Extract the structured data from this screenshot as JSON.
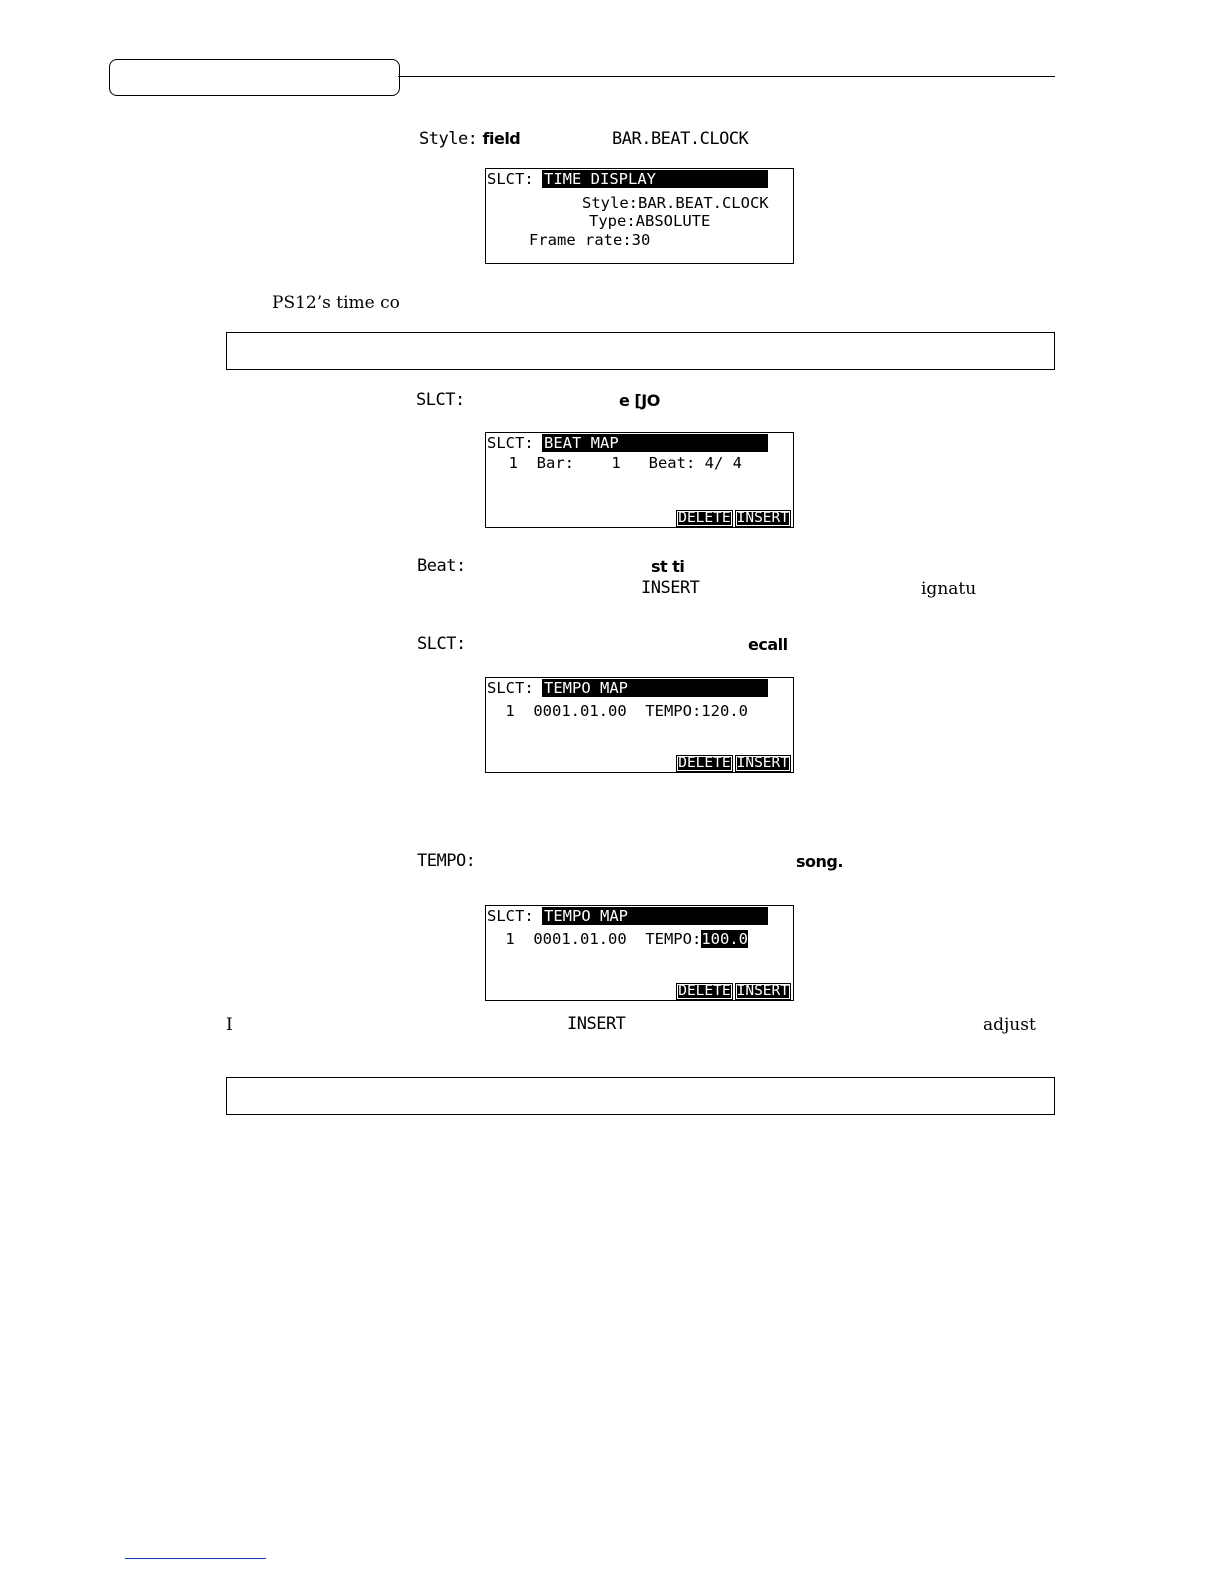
{
  "header": {
    "tab_label": ""
  },
  "section_time_display": {
    "intro_label": "Style:",
    "intro_bold": "field",
    "intro_value": "BAR.BEAT.CLOCK",
    "lcd": {
      "slct": "SLCT:",
      "title": "TIME DISPLAY",
      "style_line": "Style:BAR.BEAT.CLOCK",
      "type_line": "Type:ABSOLUTE",
      "frame_line": "Frame rate:30"
    },
    "caption": "PS12’s time co"
  },
  "section_beat_map": {
    "intro_label": "SLCT:",
    "intro_bold": "e [JO",
    "lcd": {
      "slct": "SLCT:",
      "title": "BEAT MAP",
      "row": "  1  Bar:    1   Beat: 4/ 4",
      "softkey_delete": "DELETE",
      "softkey_insert": "INSERT"
    },
    "beat_label": "Beat:",
    "beat_bold": "st ti",
    "beat_insert": "INSERT",
    "beat_tail": "ignatu"
  },
  "section_tempo_map": {
    "intro_label": "SLCT:",
    "intro_bold": "ecall",
    "lcd": {
      "slct": "SLCT:",
      "title": "TEMPO MAP",
      "row": " 1  0001.01.00  TEMPO:120.0",
      "softkey_delete": "DELETE",
      "softkey_insert": "INSERT"
    }
  },
  "section_tempo_edit": {
    "intro_label": "TEMPO:",
    "intro_bold": "song.",
    "lcd": {
      "slct": "SLCT:",
      "title": "TEMPO MAP",
      "row_prefix": " 1  0001.01.00  TEMPO:",
      "row_value": "100.0",
      "softkey_delete": "DELETE",
      "softkey_insert": "INSERT"
    },
    "line_start": "I",
    "line_insert": "INSERT",
    "line_end": "adjust"
  },
  "colors": {
    "text": "#000000",
    "footer_link": "#1a3fb5"
  }
}
